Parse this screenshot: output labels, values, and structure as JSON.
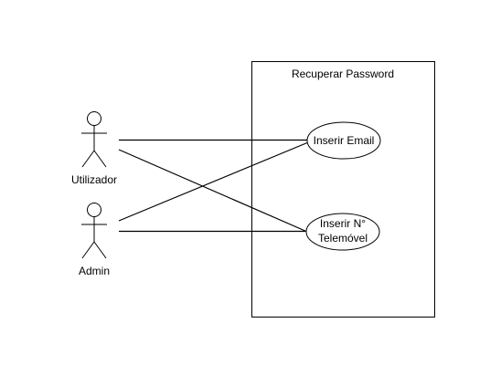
{
  "diagram": {
    "system_boundary": {
      "title": "Recuperar Password"
    },
    "actors": [
      {
        "id": "utilizador",
        "label": "Utilizador"
      },
      {
        "id": "admin",
        "label": "Admin"
      }
    ],
    "use_cases": [
      {
        "id": "email",
        "lines": [
          "Inserir Email"
        ]
      },
      {
        "id": "telemovel",
        "lines": [
          "Inserir N°",
          "Telemóvel"
        ]
      }
    ],
    "associations": [
      {
        "from": "utilizador",
        "to": "email"
      },
      {
        "from": "utilizador",
        "to": "telemovel"
      },
      {
        "from": "admin",
        "to": "email"
      },
      {
        "from": "admin",
        "to": "telemovel"
      }
    ],
    "colors": {
      "stroke": "#000000",
      "fill": "#ffffff"
    }
  }
}
